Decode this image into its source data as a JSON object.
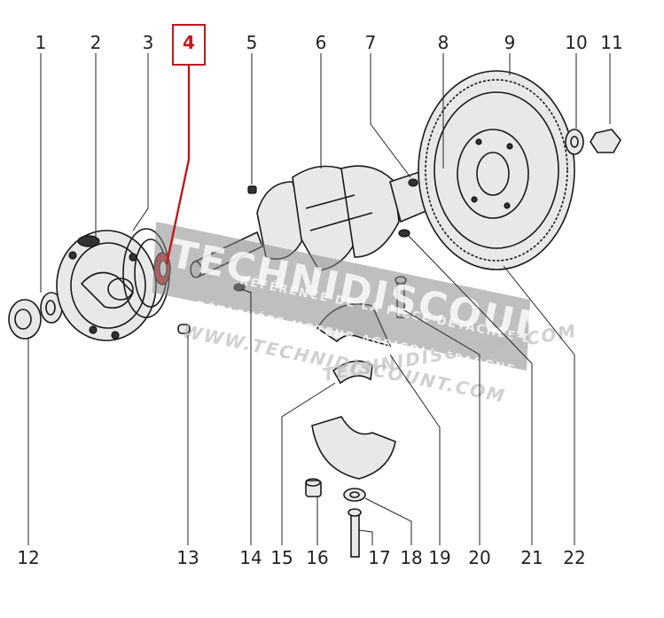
{
  "labels": {
    "top": [
      "1",
      "2",
      "3",
      "4",
      "5",
      "6",
      "7",
      "8",
      "9",
      "10",
      "11"
    ],
    "bottom": [
      "12",
      "13",
      "14",
      "15",
      "16",
      "17",
      "18",
      "19",
      "20",
      "21",
      "22"
    ]
  },
  "highlight": {
    "label": "4",
    "color": "#c0181c"
  },
  "watermark": {
    "brand": "TECHNIDISCOUNT",
    "tagline_1": "RÉFÉRENCE DE LA PIÈCE DÉTACHÉE DE PIÈCES",
    "tagline_2": "DÉTACHÉES MOTEUR AGRICOLE ÉPARGNE",
    "url_1": "WWW.TECHNIDISCOUNT.COM",
    "url_2": "TECHNIDISCOUNT.COM"
  }
}
